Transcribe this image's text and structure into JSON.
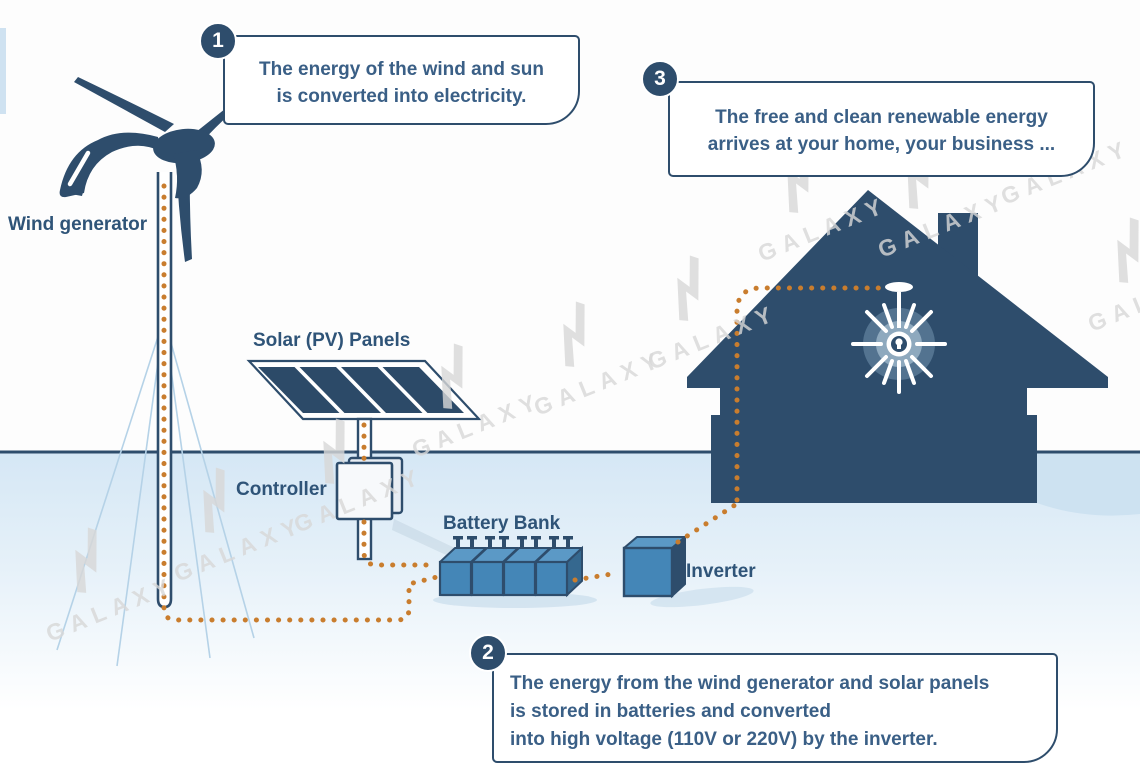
{
  "diagram": {
    "callouts": [
      {
        "number": "1",
        "lines": [
          "The energy of the wind and sun",
          "is converted into electricity."
        ]
      },
      {
        "number": "2",
        "lines": [
          "The energy from the wind generator and solar panels",
          "is stored in batteries and converted",
          "into high voltage (110V or 220V) by the inverter."
        ]
      },
      {
        "number": "3",
        "lines": [
          "The free and clean renewable energy",
          "arrives at your home, your business ..."
        ]
      }
    ],
    "labels": {
      "wind_generator": "Wind generator",
      "solar_panels": "Solar (PV) Panels",
      "controller": "Controller",
      "battery_bank": "Battery Bank",
      "inverter": "Inverter"
    },
    "watermark": {
      "text": "GALAXY"
    },
    "colors": {
      "navy": "#2e4d6c",
      "text_navy": "#3a5f86",
      "label_navy": "#2f5478",
      "orange": "#c97d2e",
      "blue_front": "#4486b7",
      "blue_top": "#5b99c6",
      "blue_side": "#35688f",
      "panel_cell": "#2c4a68",
      "controller_fill": "#f7f9fb",
      "ground": "#d5e7f5",
      "wire": "#b5d2e7",
      "watermark": "#d8d8d8",
      "shadow": "#c3d9ea",
      "white": "#ffffff"
    }
  }
}
